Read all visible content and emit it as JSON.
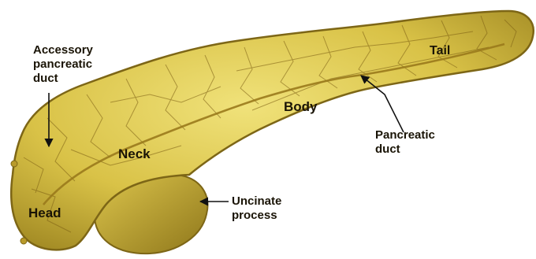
{
  "labels": {
    "accessory_duct": [
      "Accessory",
      "pancreatic",
      "duct"
    ],
    "tail": "Tail",
    "body": "Body",
    "neck": "Neck",
    "head": "Head",
    "pancreatic_duct": [
      "Pancreatic",
      "duct"
    ],
    "uncinate_process": [
      "Uncinate",
      "process"
    ]
  },
  "colors": {
    "organ_light": "#e6d45a",
    "organ_mid": "#cdb537",
    "organ_dark": "#8c7418",
    "vessel": "#7a5c12",
    "duct": "#9a7a1c"
  }
}
